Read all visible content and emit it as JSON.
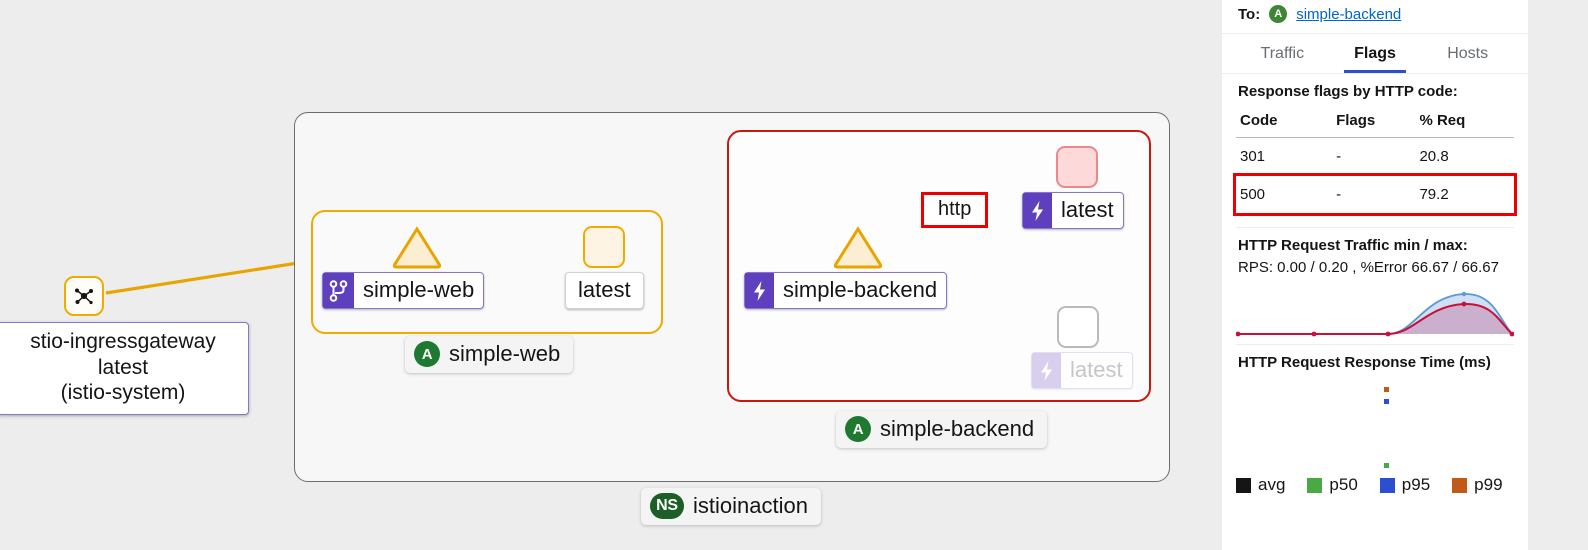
{
  "graph": {
    "namespace_label": "istioinaction",
    "namespace_badge": "NS",
    "ingress": {
      "icon": "service-mesh-node-icon",
      "label_line1": "stio-ingressgateway",
      "label_line2": "latest",
      "label_line3": "(istio-system)"
    },
    "apps": [
      {
        "name": "simple-web",
        "group_badge": "A",
        "group_label": "simple-web",
        "workload_badge_icon": "workload-branch-icon",
        "workload_label": "simple-web",
        "version_label": "latest"
      },
      {
        "name": "simple-backend",
        "group_badge": "A",
        "group_label": "simple-backend",
        "workload_badge_icon": "lightning-bolt-icon",
        "workload_label": "simple-backend",
        "version_label_error": "latest",
        "version_label_idle": "latest"
      }
    ],
    "edge_label": "http",
    "colors": {
      "ok": "#f0ab00",
      "error": "#c9190b",
      "idle": "#b8bbbe",
      "purple": "#5e40be",
      "green": "#1e7a30",
      "highlight": "#ee0000"
    }
  },
  "panel": {
    "to_label": "To:",
    "to_badge": "A",
    "to_value": "simple-backend",
    "tabs": [
      {
        "label": "Traffic",
        "active": false
      },
      {
        "label": "Flags",
        "active": true
      },
      {
        "label": "Hosts",
        "active": false
      }
    ],
    "flags_section_title": "Response flags by HTTP code:",
    "flags_table": {
      "headers": [
        "Code",
        "Flags",
        "% Req"
      ],
      "rows": [
        {
          "code": "301",
          "flags": "-",
          "req": "20.8",
          "highlighted": false
        },
        {
          "code": "500",
          "flags": "-",
          "req": "79.2",
          "highlighted": true
        }
      ]
    },
    "traffic_title": "HTTP Request Traffic min / max:",
    "traffic_values": "RPS: 0.00 / 0.20 , %Error 66.67 / 66.67",
    "response_time_title": "HTTP Request Response Time (ms)",
    "legend": [
      {
        "label": "avg",
        "color": "#151515"
      },
      {
        "label": "p50",
        "color": "#4aa845"
      },
      {
        "label": "p95",
        "color": "#2b4fd0"
      },
      {
        "label": "p99",
        "color": "#c05a16"
      }
    ]
  },
  "chart_data": [
    {
      "type": "area",
      "title": "HTTP Request Traffic min / max:",
      "subtitle": "RPS: 0.00 / 0.20 , %Error 66.67 / 66.67",
      "x": [
        0,
        1,
        2,
        3,
        4,
        5
      ],
      "series": [
        {
          "name": "rps-max",
          "color": "#5b9bd5",
          "values": [
            0,
            0,
            0,
            0.17,
            0.2,
            0.0
          ]
        },
        {
          "name": "rps-error",
          "color": "#c9190b",
          "values": [
            0,
            0,
            0,
            0.13,
            0.155,
            0.0
          ]
        }
      ],
      "grid": false,
      "legend": "none",
      "ylim": [
        0,
        0.22
      ]
    },
    {
      "type": "scatter",
      "title": "HTTP Request Response Time (ms)",
      "x": [
        0.5
      ],
      "series": [
        {
          "name": "p99",
          "color": "#c05a16",
          "values": [
            0.88
          ]
        },
        {
          "name": "p95",
          "color": "#2b4fd0",
          "values": [
            0.8
          ]
        },
        {
          "name": "p50",
          "color": "#4aa845",
          "values": [
            0.06
          ]
        }
      ],
      "legend": "bottom",
      "legend_entries": [
        "avg",
        "p50",
        "p95",
        "p99"
      ]
    }
  ]
}
